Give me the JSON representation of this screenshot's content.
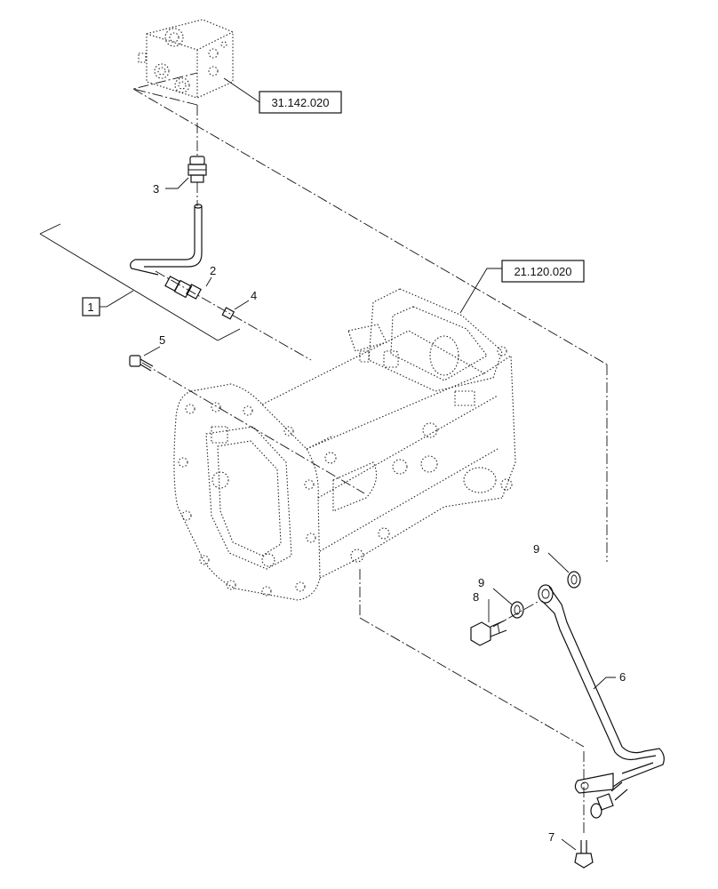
{
  "diagram": {
    "reference_boxes": [
      {
        "id": "valve",
        "text": "31.142.020"
      },
      {
        "id": "housing",
        "text": "21.120.020"
      },
      {
        "id": "kit",
        "text": "1"
      }
    ],
    "callouts": [
      {
        "id": "c3",
        "text": "3"
      },
      {
        "id": "c2",
        "text": "2"
      },
      {
        "id": "c4",
        "text": "4"
      },
      {
        "id": "c5",
        "text": "5"
      },
      {
        "id": "c9a",
        "text": "9"
      },
      {
        "id": "c9b",
        "text": "9"
      },
      {
        "id": "c8",
        "text": "8"
      },
      {
        "id": "c6",
        "text": "6"
      },
      {
        "id": "c7",
        "text": "7"
      }
    ]
  }
}
